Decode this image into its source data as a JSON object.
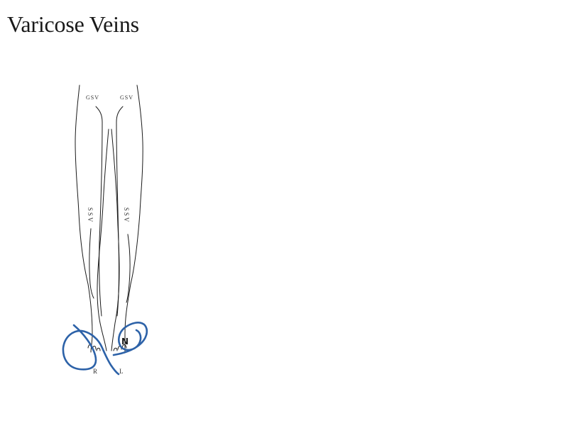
{
  "title": "Varicose Veins",
  "labels": {
    "gsv_right": "GSV",
    "gsv_left": "GSV",
    "ssv_right": "SSV",
    "ssv_left": "SSV",
    "side_right": "R",
    "side_left": "L",
    "annotation_mark": "N"
  },
  "colors": {
    "line_art": "#1a1a1a",
    "annotation": "#2d62a8"
  }
}
